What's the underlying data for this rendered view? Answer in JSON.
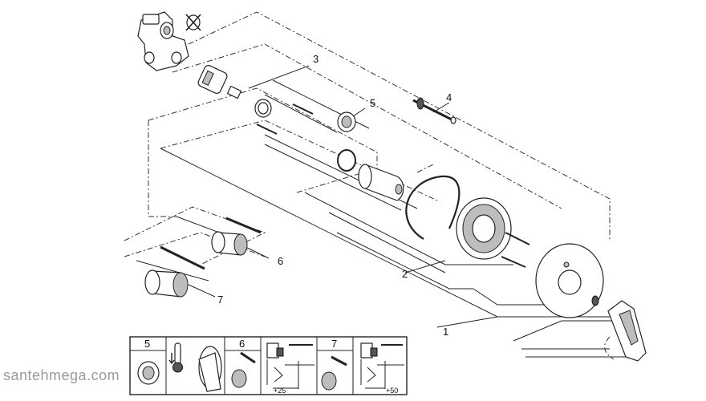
{
  "diagram": {
    "callouts": [
      "1",
      "2",
      "3",
      "4",
      "5",
      "6",
      "7"
    ],
    "legend": {
      "cells": [
        "5",
        "6",
        "7"
      ],
      "dims": [
        "+25",
        "+50"
      ]
    }
  },
  "watermark": "santehmega.com"
}
